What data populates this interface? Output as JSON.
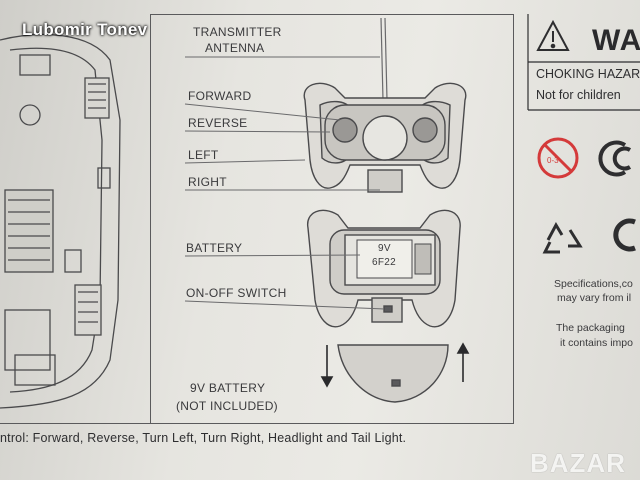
{
  "watermark": "Lubomir Tonev",
  "diagram": {
    "labels": {
      "antenna_line1": "TRANSMITTER",
      "antenna_line2": "ANTENNA",
      "forward": "FORWARD",
      "reverse": "REVERSE",
      "left": "LEFT",
      "right": "RIGHT",
      "battery": "BATTERY",
      "switch": "ON-OFF SWITCH",
      "battery_note_line1": "9V BATTERY",
      "battery_note_line2": "(NOT INCLUDED)",
      "battery_cell_line1": "9V",
      "battery_cell_line2": "6F22"
    }
  },
  "footer": "ntrol: Forward, Reverse, Turn Left, Turn Right, Headlight and Tail Light.",
  "warning": {
    "title": "WA",
    "line1": "CHOKING HAZAR",
    "line2": "Not for children",
    "age_badge": "0-3",
    "spec_line1": "Specifications,co",
    "spec_line2": "may vary from il",
    "pack_line1": "The packaging",
    "pack_line2": "it contains impo"
  },
  "site_watermark": "BAZAR"
}
